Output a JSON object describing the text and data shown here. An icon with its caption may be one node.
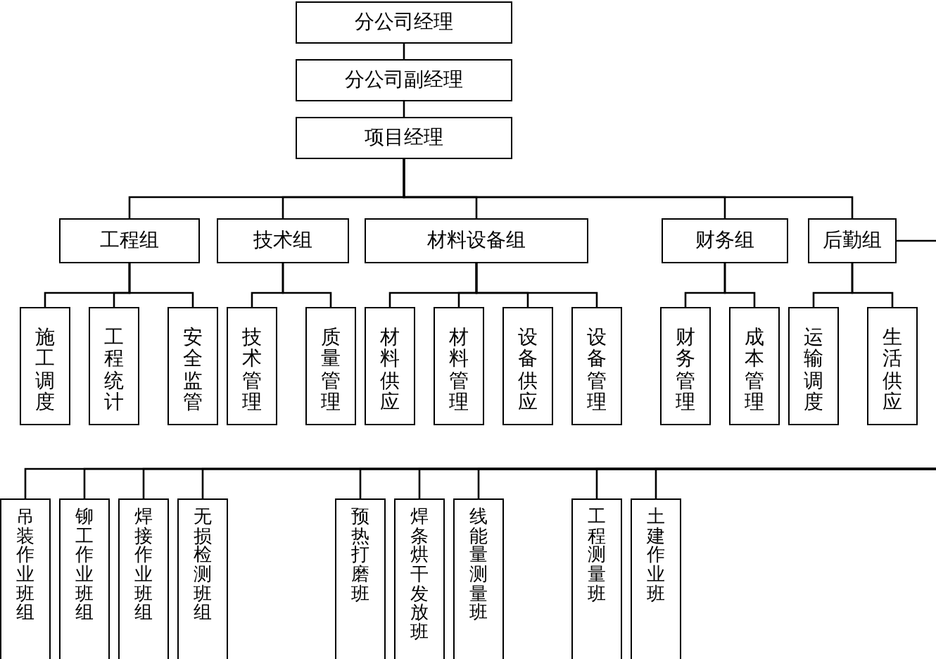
{
  "diagram": {
    "nodes": [
      {
        "text": [
          "分公司经理"
        ]
      },
      {
        "text": [
          "分公司副经理"
        ]
      },
      {
        "text": [
          "项目经理"
        ]
      },
      {
        "text": [
          "工程组"
        ]
      },
      {
        "text": [
          "技术组"
        ]
      },
      {
        "text": [
          "材料设备组"
        ]
      },
      {
        "text": [
          "财务组"
        ]
      },
      {
        "text": [
          "后勤组"
        ]
      },
      {
        "text": [
          "施工调度"
        ]
      },
      {
        "text": [
          "工程统计"
        ]
      },
      {
        "text": [
          "安全监管"
        ]
      },
      {
        "text": [
          "技术管理"
        ]
      },
      {
        "text": [
          "质量管理"
        ]
      },
      {
        "text": [
          "材料供应"
        ]
      },
      {
        "text": [
          "材料管理"
        ]
      },
      {
        "text": [
          "设备供应"
        ]
      },
      {
        "text": [
          "设备管理"
        ]
      },
      {
        "text": [
          "财务管理"
        ]
      },
      {
        "text": [
          "成本管理"
        ]
      },
      {
        "text": [
          "运输调度"
        ]
      },
      {
        "text": [
          "生活供应"
        ]
      },
      {
        "text": [
          "吊装作业班组"
        ]
      },
      {
        "text": [
          "铆工作业班组"
        ]
      },
      {
        "text": [
          "焊接作业班组"
        ]
      },
      {
        "text": [
          "无损检测班组"
        ]
      },
      {
        "text": [
          "预热打磨班"
        ]
      },
      {
        "text": [
          "焊条烘干发放班"
        ]
      },
      {
        "text": [
          "线能量测量班"
        ]
      },
      {
        "text": [
          "工程测量班"
        ]
      },
      {
        "text": [
          "土建作业班"
        ]
      }
    ],
    "edges": [
      {
        "from": 0,
        "to": 1,
        "arrow": "none"
      },
      {
        "from": 1,
        "to": 2,
        "arrow": "none"
      },
      {
        "from": 2,
        "to": 3,
        "arrow": "none"
      },
      {
        "from": 2,
        "to": 4,
        "arrow": "none"
      },
      {
        "from": 2,
        "to": 5,
        "arrow": "none"
      },
      {
        "from": 2,
        "to": 6,
        "arrow": "none"
      },
      {
        "from": 2,
        "to": 7,
        "arrow": "none"
      },
      {
        "from": 3,
        "to": 8,
        "arrow": "none"
      },
      {
        "from": 3,
        "to": 9,
        "arrow": "none"
      },
      {
        "from": 3,
        "to": 10,
        "arrow": "none"
      },
      {
        "from": 4,
        "to": 11,
        "arrow": "none"
      },
      {
        "from": 4,
        "to": 12,
        "arrow": "none"
      },
      {
        "from": 5,
        "to": 13,
        "arrow": "none"
      },
      {
        "from": 5,
        "to": 14,
        "arrow": "none"
      },
      {
        "from": 5,
        "to": 15,
        "arrow": "none"
      },
      {
        "from": 5,
        "to": 16,
        "arrow": "none"
      },
      {
        "from": 6,
        "to": 17,
        "arrow": "none"
      },
      {
        "from": 6,
        "to": 18,
        "arrow": "none"
      },
      {
        "from": 7,
        "to": 19,
        "arrow": "none"
      },
      {
        "from": 7,
        "to": 20,
        "arrow": "none"
      },
      {
        "from": 7,
        "to": null,
        "arrow": "none"
      },
      {
        "from": null,
        "to": 21,
        "arrow": "none"
      },
      {
        "from": null,
        "to": 22,
        "arrow": "none"
      },
      {
        "from": null,
        "to": 23,
        "arrow": "none"
      },
      {
        "from": null,
        "to": 24,
        "arrow": "none"
      },
      {
        "from": null,
        "to": 25,
        "arrow": "none"
      },
      {
        "from": null,
        "to": 26,
        "arrow": "none"
      },
      {
        "from": null,
        "to": 27,
        "arrow": "none"
      },
      {
        "from": null,
        "to": 28,
        "arrow": "none"
      },
      {
        "from": null,
        "to": 29,
        "arrow": "none"
      }
    ]
  }
}
